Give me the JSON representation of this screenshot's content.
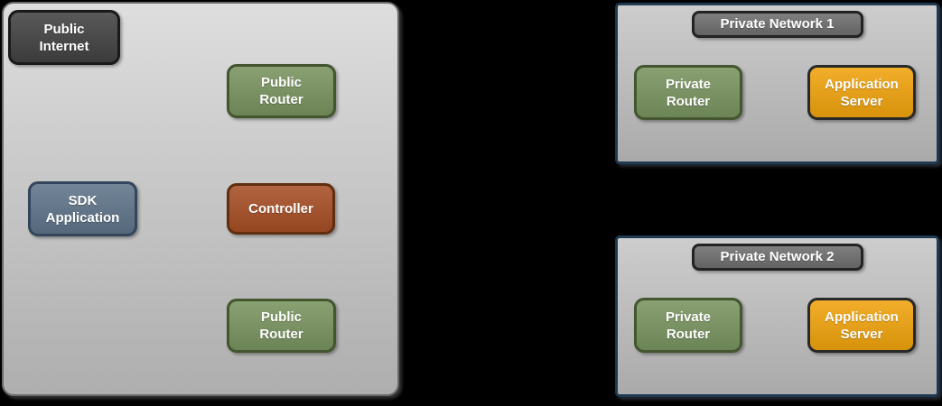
{
  "diagram": {
    "type": "network-architecture"
  },
  "public_zone": {
    "public_internet": "Public\nInternet",
    "public_router_top": "Public\nRouter",
    "sdk_application": "SDK\nApplication",
    "controller": "Controller",
    "public_router_bottom": "Public\nRouter"
  },
  "private_network_1": {
    "title": "Private Network 1",
    "private_router": "Private\nRouter",
    "application_server": "Application\nServer"
  },
  "private_network_2": {
    "title": "Private Network 2",
    "private_router": "Private\nRouter",
    "application_server": "Application\nServer"
  },
  "colors": {
    "canvas_background": "#000000",
    "zone_fill_top": "#dedede",
    "zone_fill_bottom": "#aeaeae",
    "zone_border": "#6a6a6a",
    "network_fill_top": "#cdcdcd",
    "network_fill_bottom": "#aaaaaa",
    "network_border": "#1e3952",
    "fill_dark": "#424242",
    "border_dark": "#1a1a1a",
    "fill_green": "#78935f",
    "border_green": "#44562f",
    "fill_slate": "#5f7489",
    "border_slate": "#33465c",
    "fill_rust": "#a64e25",
    "border_rust": "#612e10",
    "fill_amber": "#f0a30d",
    "border_amber": "#292929",
    "fill_titlebar": "#6e6e6e",
    "border_titlebar": "#232323",
    "label_text": "#ffffff"
  }
}
